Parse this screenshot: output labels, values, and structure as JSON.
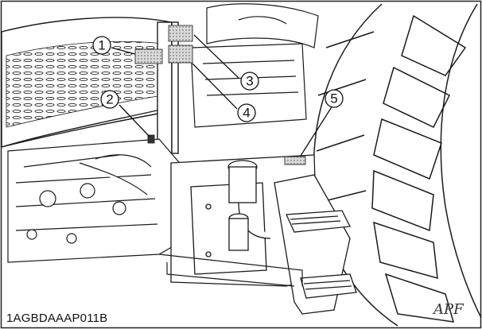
{
  "figure": {
    "code": "1AGBDAAAP011B",
    "signature": "APF"
  },
  "callouts": [
    {
      "number": "1"
    },
    {
      "number": "2"
    },
    {
      "number": "3"
    },
    {
      "number": "4"
    },
    {
      "number": "5"
    }
  ],
  "colors": {
    "line": "#1a1a1a",
    "label_fill": "#c8c8c8",
    "background": "#ffffff"
  }
}
